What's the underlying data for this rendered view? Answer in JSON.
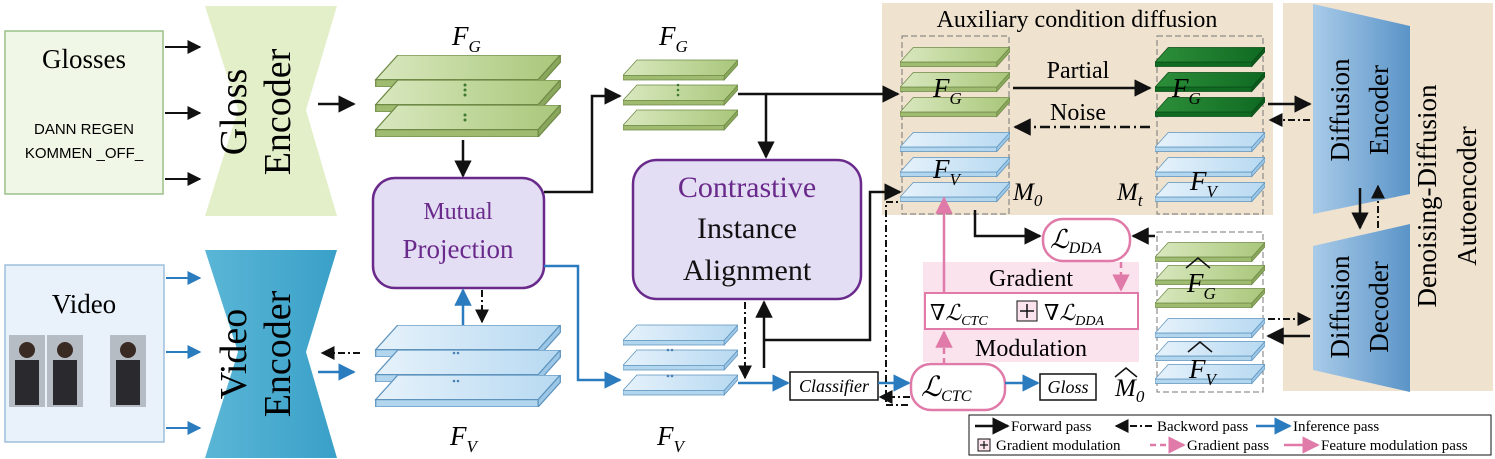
{
  "glosses": {
    "title": "Glosses",
    "line1": "DANN  REGEN",
    "line2": "KOMMEN  _OFF_"
  },
  "video": {
    "title": "Video"
  },
  "gloss_encoder": {
    "line1": "Gloss",
    "line2": "Encoder"
  },
  "video_encoder": {
    "line1": "Video",
    "line2": "Encoder"
  },
  "mutual_projection": {
    "line1": "Mutual",
    "line2": "Projection"
  },
  "contrastive": {
    "line1": "Contrastive",
    "line2": "Instance",
    "line3": "Alignment"
  },
  "labels": {
    "fg": "F",
    "fg_sub": "G",
    "fv": "F",
    "fv_sub": "V",
    "fg0_sub": "G",
    "m0": "M",
    "m0_sub": "0",
    "mt": "M",
    "mt_sub": "t",
    "m0hat": "M",
    "m0hat_sub": "0"
  },
  "aux": {
    "title": "Auxiliary condition diffusion",
    "partial": "Partial",
    "noise": "Noise"
  },
  "dda": {
    "title": "Denoising-Diffusion",
    "title2": "Autoencoder",
    "enc1": "Diffusion",
    "enc2": "Encoder",
    "dec1": "Diffusion",
    "dec2": "Decoder"
  },
  "loss": {
    "dda": "ℒ",
    "dda_sub": "DDA",
    "ctc": "ℒ",
    "ctc_sub": "CTC"
  },
  "modulation": {
    "gradient": "Gradient",
    "modulation": "Modulation",
    "formula_a": "∇ℒ",
    "formula_a_sub": "CTC",
    "formula_b": "∇ℒ",
    "formula_b_sub": "DDA"
  },
  "classifier": "Classifier",
  "gloss_out": "Gloss",
  "legend": {
    "forward": "Forward pass",
    "backward": "Backword pass",
    "inference": "Inference pass",
    "gradmod": "Gradient modulation",
    "gradpass": "Gradient pass",
    "featmod": "Feature modulation pass"
  },
  "colors": {
    "forward": "#111111",
    "inference": "#2b7bbf",
    "pink": "#e07aa8",
    "green": "#b9d48f",
    "darkgreen": "#1e7a2e",
    "blue": "#cfe6f7",
    "purple": "#6a2a8c",
    "tan": "#efe2cf"
  }
}
